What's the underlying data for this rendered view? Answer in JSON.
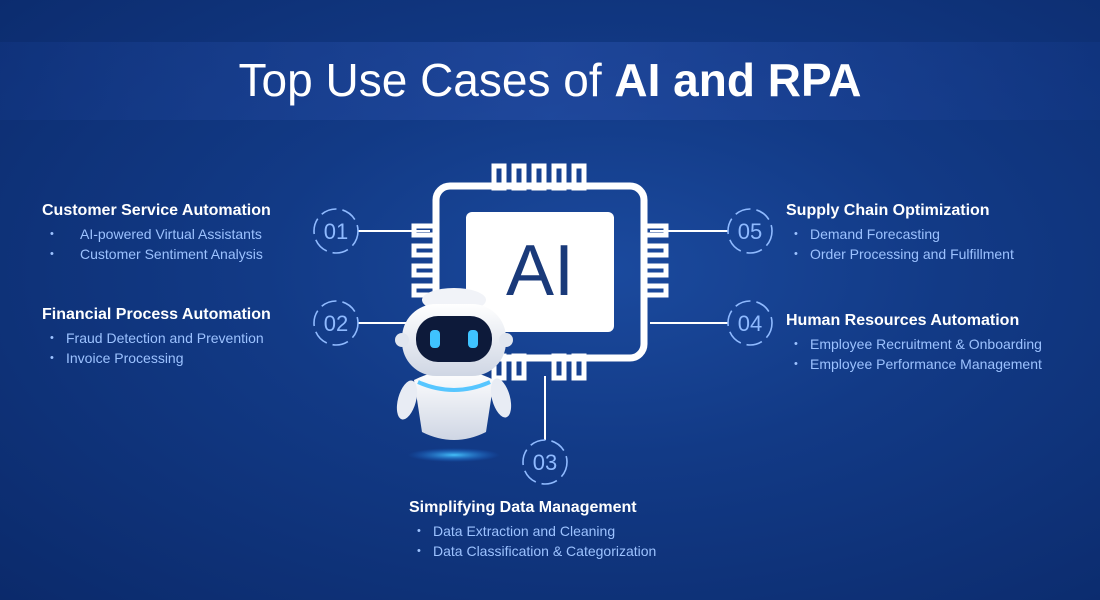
{
  "title": {
    "regular": "Top Use Cases of ",
    "bold": "AI and RPA"
  },
  "chip_label": "AI",
  "sections": [
    {
      "number": "01",
      "heading": "Customer Service Automation",
      "items": [
        "AI-powered Virtual Assistants",
        "Customer Sentiment Analysis"
      ]
    },
    {
      "number": "02",
      "heading": "Financial Process Automation",
      "items": [
        "Fraud Detection and Prevention",
        "Invoice Processing"
      ]
    },
    {
      "number": "03",
      "heading": "Simplifying Data Management",
      "items": [
        "Data Extraction and Cleaning",
        "Data Classification & Categorization"
      ]
    },
    {
      "number": "04",
      "heading": "Human Resources Automation",
      "items": [
        "Employee Recruitment & Onboarding",
        "Employee Performance Management"
      ]
    },
    {
      "number": "05",
      "heading": "Supply Chain Optimization",
      "items": [
        "Demand Forecasting",
        "Order Processing and Fulfillment"
      ]
    }
  ],
  "colors": {
    "accent": "#8fbaff",
    "background": "#123a86",
    "robot_glow": "#3fc3ff"
  }
}
